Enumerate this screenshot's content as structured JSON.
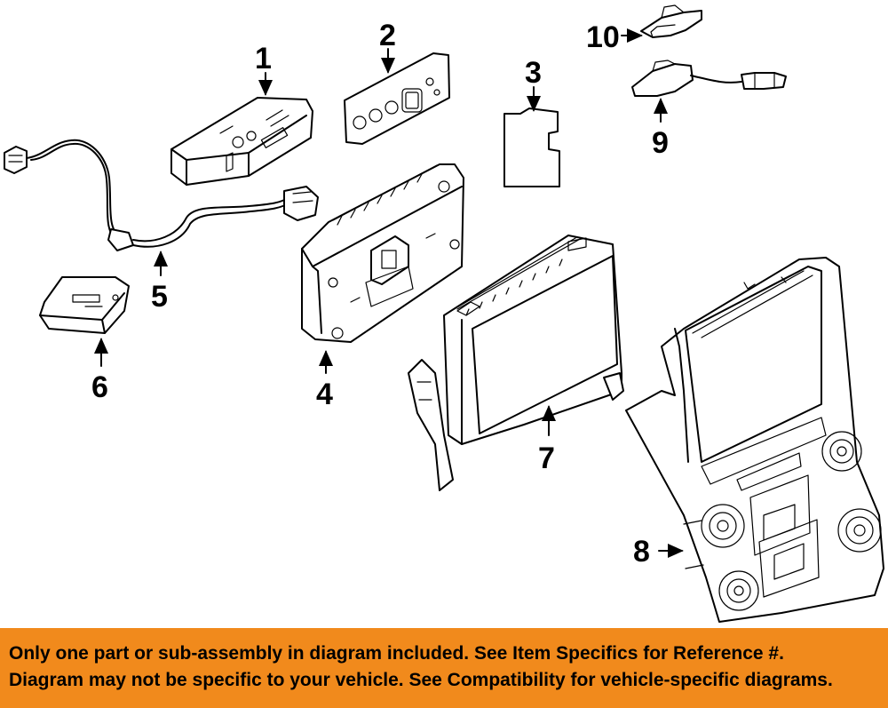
{
  "callouts": [
    "1",
    "2",
    "3",
    "4",
    "5",
    "6",
    "7",
    "8",
    "9",
    "10"
  ],
  "disclaimer": {
    "line1": "Only one part or sub-assembly in diagram included. See Item Specifics for Reference #.",
    "line2": "Diagram may not be specific to your vehicle. See Compatibility for vehicle-specific diagrams."
  },
  "colors": {
    "banner": "#f18a1c",
    "line": "#000000",
    "background": "#ffffff"
  }
}
